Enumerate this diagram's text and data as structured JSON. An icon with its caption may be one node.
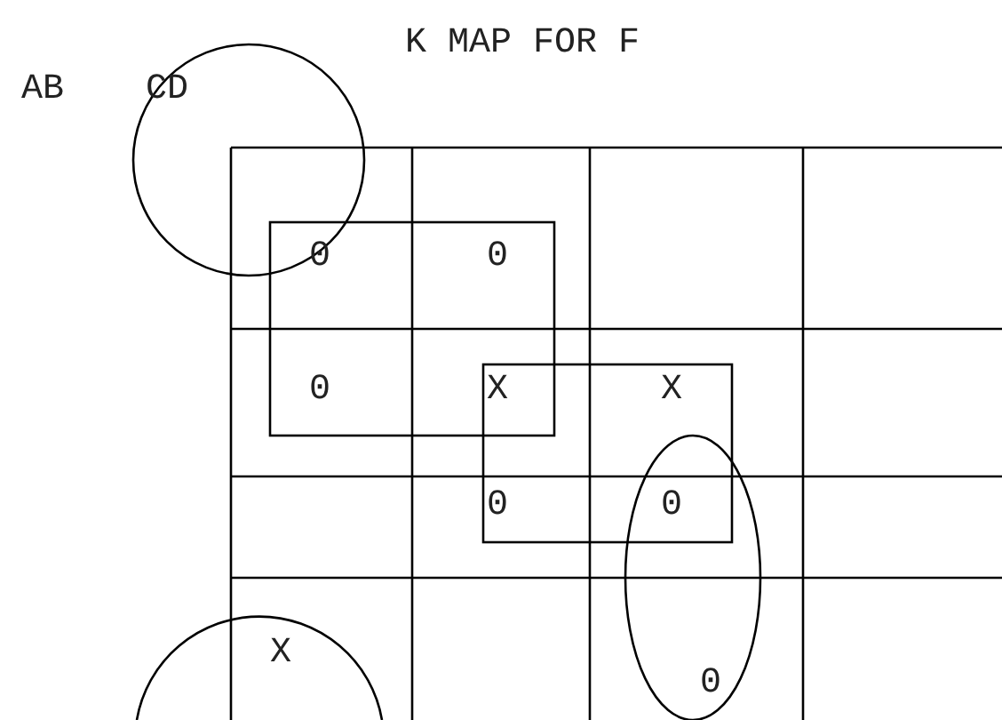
{
  "diagram": {
    "title": "K MAP FOR F",
    "labels": [
      "AB",
      "CD",
      "0",
      "0",
      "0",
      "X",
      "X",
      "0",
      "0",
      "X",
      "0"
    ]
  }
}
